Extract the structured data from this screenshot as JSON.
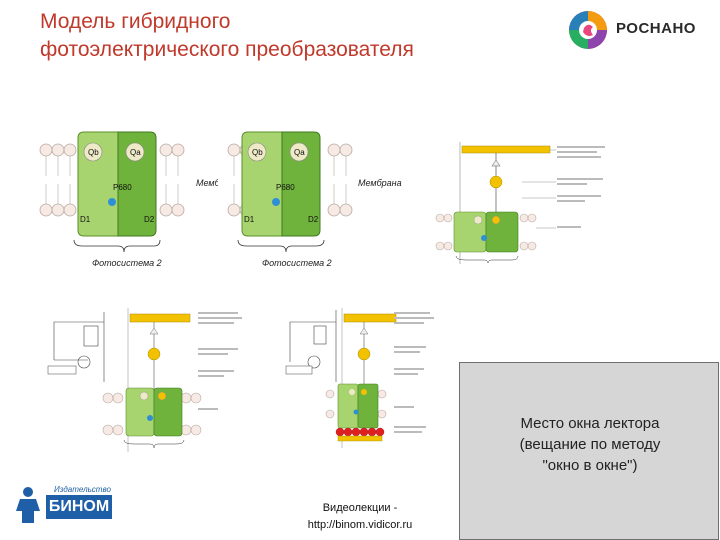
{
  "title": {
    "line1": "Модель гибридного",
    "line2": "фотоэлектрического преобразователя"
  },
  "logo": {
    "text": "РОСНАНО"
  },
  "figures": {
    "fig1": {
      "caption": "Фотосистема 2",
      "membrane": "Мембр",
      "labels": [
        "Qb",
        "Qa",
        "P680",
        "D1",
        "D2"
      ]
    },
    "fig2": {
      "caption": "Фотосистема 2",
      "membrane": "Мембрана",
      "labels": [
        "Qb",
        "Qa",
        "P680",
        "D1",
        "D2"
      ]
    }
  },
  "lecturer_box": {
    "line1": "Место окна лектора",
    "line2": "(вещание по методу",
    "line3": "\"окно в окне\")"
  },
  "footer": {
    "video_line1": "Видеолекции -",
    "video_line2": "http://binom.vidicor.ru",
    "publisher_small": "Издательство",
    "publisher_big": "БИНОМ"
  },
  "colors": {
    "title": "#c0392b",
    "protein_light": "#8dc63f",
    "protein_dark": "#4e9a2a",
    "quinone": "#e8e4a0",
    "pigment": "#2f8fd4",
    "electrode": "#f2c200",
    "electrode_red": "#e02020",
    "publisher": "#1f5fa8"
  }
}
